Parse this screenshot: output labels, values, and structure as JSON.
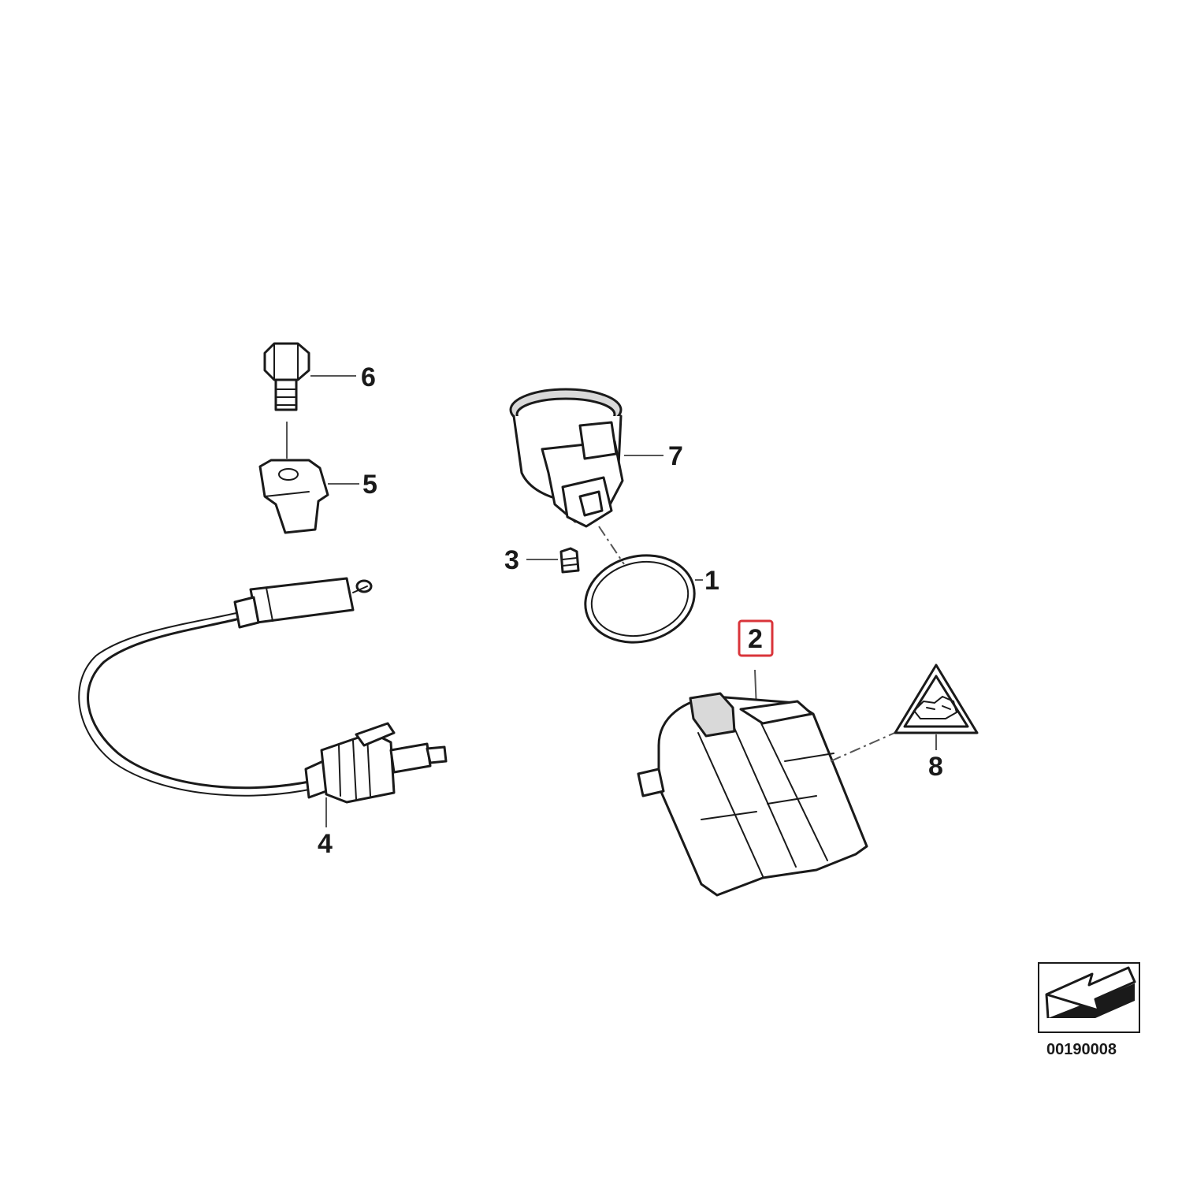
{
  "callouts": {
    "part1": "1",
    "part2": "2",
    "part3": "3",
    "part4": "4",
    "part5": "5",
    "part6": "6",
    "part7": "7",
    "part8": "8"
  },
  "highlighted_part": "2",
  "diagram_code": "00190008",
  "colors": {
    "line_art": "#1a1a1a",
    "highlight_box": "#d9343a",
    "background": "#ffffff"
  },
  "icons": {
    "part8": "hazard-warning-triangle-icon",
    "orientation": "view-direction-arrow-icon"
  }
}
